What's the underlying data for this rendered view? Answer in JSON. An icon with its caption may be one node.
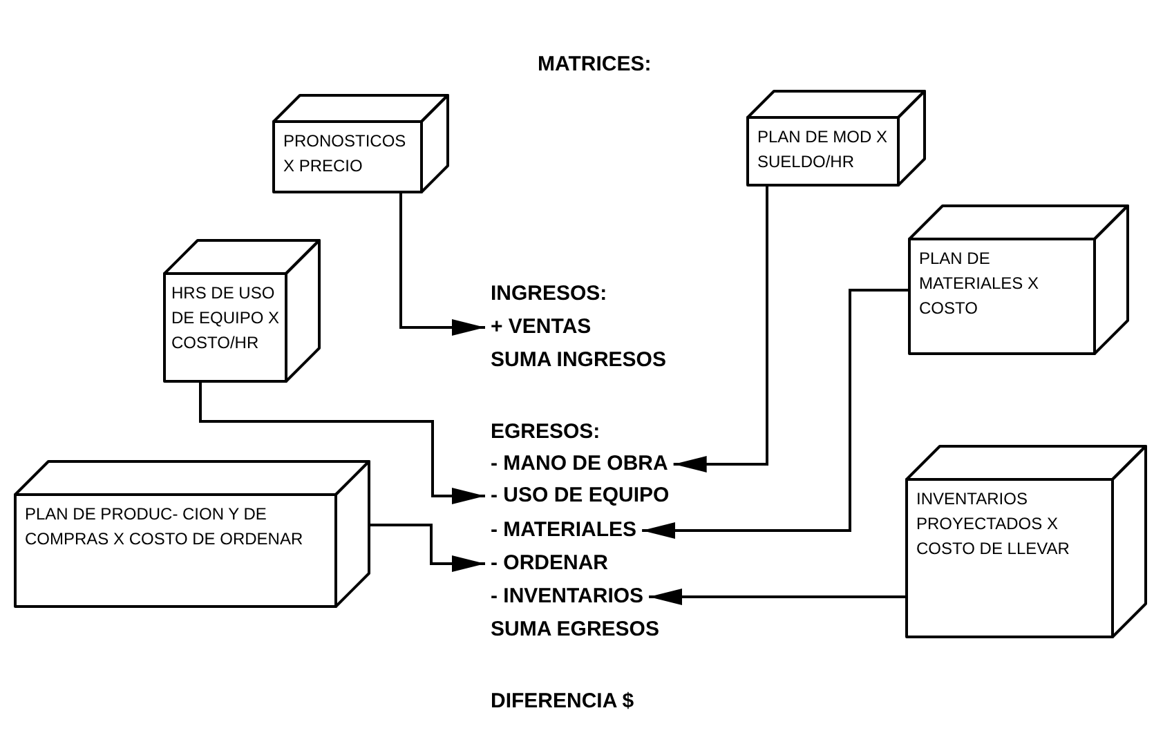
{
  "diagram": {
    "title": "MATRICES:",
    "nodes": [
      {
        "text": [
          "PRONOSTICOS X PRECIO"
        ]
      },
      {
        "text": [
          "PLAN DE MOD X SUELDO/HR"
        ]
      },
      {
        "text": [
          "HRS DE USO DE EQUIPO X COSTO/HR"
        ]
      },
      {
        "text": [
          "PLAN DE MATERIALES X COSTO"
        ]
      },
      {
        "text": [
          "PLAN DE PRODUC- CION Y DE COMPRAS X COSTO DE ORDENAR"
        ]
      },
      {
        "text": [
          "INVENTARIOS PROYECTADOS X COSTO DE LLEVAR"
        ]
      },
      {
        "text": [
          "+ VENTAS"
        ]
      },
      {
        "text": [
          "- MANO DE OBRA"
        ]
      },
      {
        "text": [
          "- USO DE EQUIPO"
        ]
      },
      {
        "text": [
          "- MATERIALES"
        ]
      },
      {
        "text": [
          "- ORDENAR"
        ]
      },
      {
        "text": [
          "- INVENTARIOS"
        ]
      }
    ],
    "edges": [
      {
        "from": 0,
        "to": 6,
        "arrow": "to"
      },
      {
        "from": 1,
        "to": 7,
        "arrow": "to"
      },
      {
        "from": 2,
        "to": 8,
        "arrow": "to"
      },
      {
        "from": 3,
        "to": 9,
        "arrow": "to"
      },
      {
        "from": 4,
        "to": 10,
        "arrow": "to"
      },
      {
        "from": 5,
        "to": 11,
        "arrow": "to"
      }
    ],
    "labels": [
      "INGRESOS:",
      "SUMA INGRESOS",
      "EGRESOS:",
      "SUMA EGRESOS",
      "DIFERENCIA $"
    ]
  }
}
